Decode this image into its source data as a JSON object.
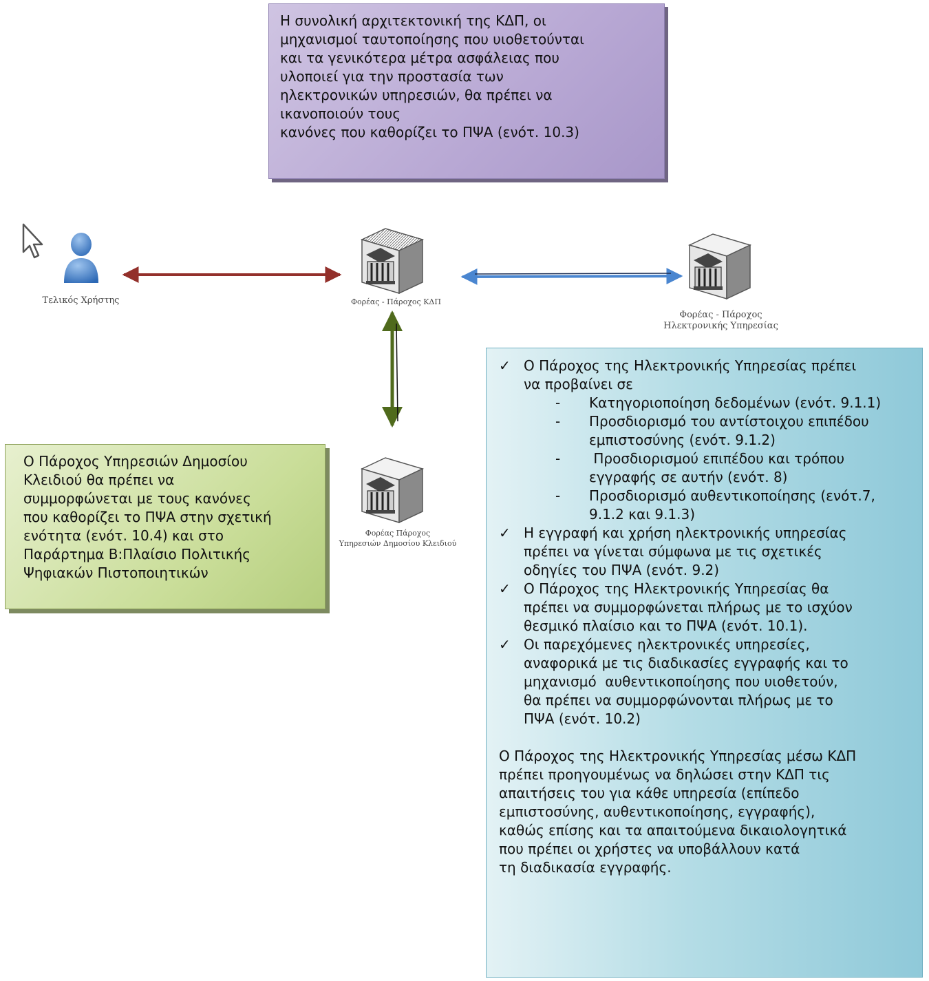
{
  "top_box": {
    "lines": [
      "Η συνολική αρχιτεκτονική της ΚΔΠ, οι",
      "μηχανισμοί ταυτοποίησης που υιοθετούνται",
      "και τα γενικότερα μέτρα ασφάλειας που",
      "υλοποιεί για την προστασία των",
      "ηλεκτρονικών υπηρεσιών, θα πρέπει να",
      "ικανοποιούν τους",
      "κανόνες που καθορίζει το ΠΨΑ (ενότ. 10.3)"
    ]
  },
  "left_box": {
    "lines": [
      "Ο Πάροχος Υπηρεσιών Δημοσίου",
      "Κλειδιού θα πρέπει να",
      "συμμορφώνεται με τους κανόνες",
      "που καθορίζει το ΠΨΑ στην σχετική",
      "ενότητα (ενότ. 10.4) και στο",
      "Παράρτημα Β:Πλαίσιο Πολιτικής",
      "Ψηφιακών Πιστοποιητικών"
    ]
  },
  "right_box": {
    "check_mark": "✓",
    "dash": "-",
    "item1_lines": [
      "Ο Πάροχος της Ηλεκτρονικής Υπηρεσίας πρέπει",
      "να προβαίνει σε"
    ],
    "sub_items": [
      {
        "lines": [
          "Κατηγοριοποίηση δεδομένων (ενότ. 9.1.1)"
        ]
      },
      {
        "lines": [
          "Προσδιορισμό του αντίστοιχου επιπέδου",
          "εμπιστοσύνης (ενότ. 9.1.2)"
        ]
      },
      {
        "lines": [
          " Προσδιορισμού επιπέδου και τρόπου",
          "εγγραφής σε αυτήν (ενότ. 8)"
        ]
      },
      {
        "lines": [
          "Προσδιορισμό αυθεντικοποίησης (ενότ.7,",
          "9.1.2 και 9.1.3)"
        ]
      }
    ],
    "item2_lines": [
      "Η εγγραφή και χρήση ηλεκτρονικής υπηρεσίας",
      "πρέπει να γίνεται σύμφωνα με τις σχετικές",
      "οδηγίες του ΠΨΑ (ενότ. 9.2)"
    ],
    "item3_lines": [
      "Ο Πάροχος της Ηλεκτρονικής Υπηρεσίας θα",
      "πρέπει να συμμορφώνεται πλήρως με το ισχύον",
      "θεσμικό πλαίσιο και το ΠΨΑ (ενότ. 10.1)."
    ],
    "item4_lines": [
      "Οι παρεχόμενες ηλεκτρονικές υπηρεσίες,",
      "αναφορικά με τις διαδικασίες εγγραφής και το",
      "μηχανισμό  αυθεντικοποίησης που υιοθετούν,",
      "θα πρέπει να συμμορφώνονται πλήρως με το",
      "ΠΨΑ (ενότ. 10.2)"
    ],
    "paragraph_lines": [
      "Ο Πάροχος της Ηλεκτρονικής Υπηρεσίας μέσω ΚΔΠ",
      "πρέπει προηγουμένως να δηλώσει στην ΚΔΠ τις",
      "απαιτήσεις του για κάθε υπηρεσία (επίπεδο",
      "εμπιστοσύνης, αυθεντικοποίησης, εγγραφής),",
      "καθώς επίσης και τα απαιτούμενα δικαιολογητικά",
      "που πρέπει οι χρήστες να υποβάλλουν κατά",
      "τη διαδικασία εγγραφής."
    ]
  },
  "nodes": {
    "end_user": "Τελικός Χρήστης",
    "kdp_provider": "Φορέας - Πάροχος ΚΔΠ",
    "eservice_provider_line1": "Φορέας - Πάροχος",
    "eservice_provider_line2": "Ηλεκτρονικής Υπηρεσίας",
    "pki_provider_line1": "Φορέας Πάροχος",
    "pki_provider_line2": "Υπηρεσιών Δημοσίου Κλειδιού"
  },
  "colors": {
    "user_link": "#93302b",
    "eservice_link": "#4a86d0",
    "pki_link": "#4f6a1c"
  }
}
